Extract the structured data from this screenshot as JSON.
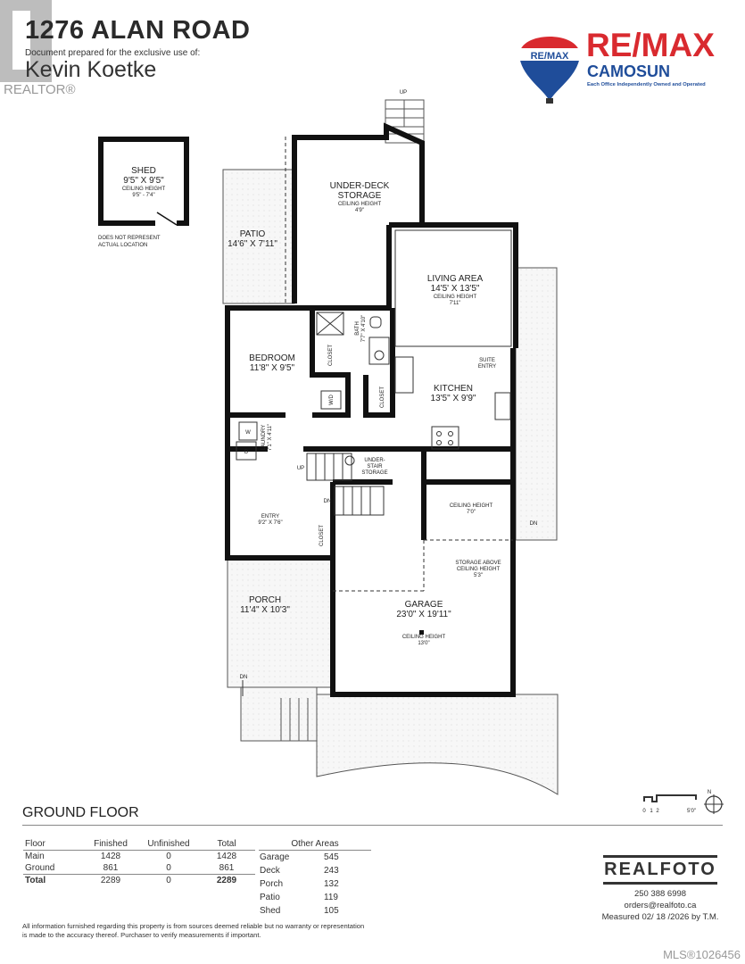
{
  "header": {
    "title": "1276 ALAN ROAD",
    "prepared_for_label": "Document prepared for the exclusive use of:",
    "client_name": "Kevin Koetke",
    "realtor_logo": "REALTOR®",
    "brokerage": {
      "logo_text": "RE/MAX",
      "balloon_text": "RE/MAX",
      "office": "CAMOSUN",
      "tagline": "Each Office Independently Owned and Operated",
      "red": "#d92a2f",
      "blue": "#1f4d9a"
    }
  },
  "plan": {
    "shed": {
      "name": "SHED",
      "size": "9'5\" X 9'5\"",
      "ceiling_label": "CEILING HEIGHT",
      "ceiling": "9'5\" - 7'4\"",
      "note_1": "DOES NOT REPRESENT",
      "note_2": "ACTUAL LOCATION"
    },
    "stairs_up_top": "UP",
    "under_deck": {
      "name_1": "UNDER-DECK",
      "name_2": "STORAGE",
      "ceiling_label": "CEILING HEIGHT",
      "ceiling": "4'9\""
    },
    "patio": {
      "name": "PATIO",
      "size": "14'6\" X 7'11\""
    },
    "living": {
      "name": "LIVING AREA",
      "size": "14'5' X 13'5\"",
      "ceiling_label": "CEILING HEIGHT",
      "ceiling": "7'11\""
    },
    "bedroom": {
      "name": "BEDROOM",
      "size": "11'8\" X 9'5\""
    },
    "closet_1": "CLOSET",
    "bath": {
      "name": "BATH",
      "size": "7'7\" X 4'10\""
    },
    "wd": "W/D",
    "closet_2": "CLOSET",
    "suite_entry_1": "SUITE",
    "suite_entry_2": "ENTRY",
    "kitchen": {
      "name": "KITCHEN",
      "size": "13'5\" X 9'9\""
    },
    "laundry": {
      "name": "LAUNDRY",
      "size": "7'1\" X 4'11\"",
      "washer": "W",
      "dryer": "D"
    },
    "stairs_up": "UP",
    "under_stair": {
      "l1": "UNDER-",
      "l2": "STAIR",
      "l3": "STORAGE"
    },
    "stairs_dn": "DN",
    "garage_upper": {
      "ceiling_label": "CEILING HEIGHT",
      "ceiling": "7'0\""
    },
    "entry": {
      "name": "ENTRY",
      "size": "9'2\" X 7'6\""
    },
    "closet_3": "CLOSET",
    "storage_above": {
      "l1": "STORAGE ABOVE",
      "l2": "CEILING HEIGHT",
      "l3": "5'3\""
    },
    "garage": {
      "name": "GARAGE",
      "size": "23'0\" X 19'11\"",
      "ceiling_label": "CEILING HEIGHT",
      "ceiling": "13'0\""
    },
    "porch": {
      "name": "PORCH",
      "size": "11'4\" X 10'3\""
    },
    "porch_dn": "DN",
    "deck_dn": "DN",
    "scale": {
      "t0": "0",
      "t1": "1",
      "t2": "2",
      "t5": "5'0\""
    },
    "compass": "N"
  },
  "floor_title": "GROUND FLOOR",
  "area_table": {
    "headers": [
      "Floor",
      "Finished",
      "Unfinished",
      "Total"
    ],
    "rows": [
      [
        "Main",
        "1428",
        "0",
        "1428"
      ],
      [
        "Ground",
        "861",
        "0",
        "861"
      ]
    ],
    "total": [
      "Total",
      "2289",
      "0",
      "2289"
    ]
  },
  "other_areas": {
    "header": "Other Areas",
    "rows": [
      [
        "Garage",
        "545"
      ],
      [
        "Deck",
        "243"
      ],
      [
        "Porch",
        "132"
      ],
      [
        "Patio",
        "119"
      ],
      [
        "Shed",
        "105"
      ]
    ]
  },
  "disclaimer": "All information furnished regarding this property is from sources deemed reliable but no warranty or representation is made to the accuracy thereof. Purchaser to verify measurements if important.",
  "photographer": {
    "logo": "REALFOTO",
    "phone": "250 388 6998",
    "email": "orders@realfoto.ca",
    "measured": "Measured 02/ 18 /2026 by T.M."
  },
  "mls": "MLS®1026456"
}
